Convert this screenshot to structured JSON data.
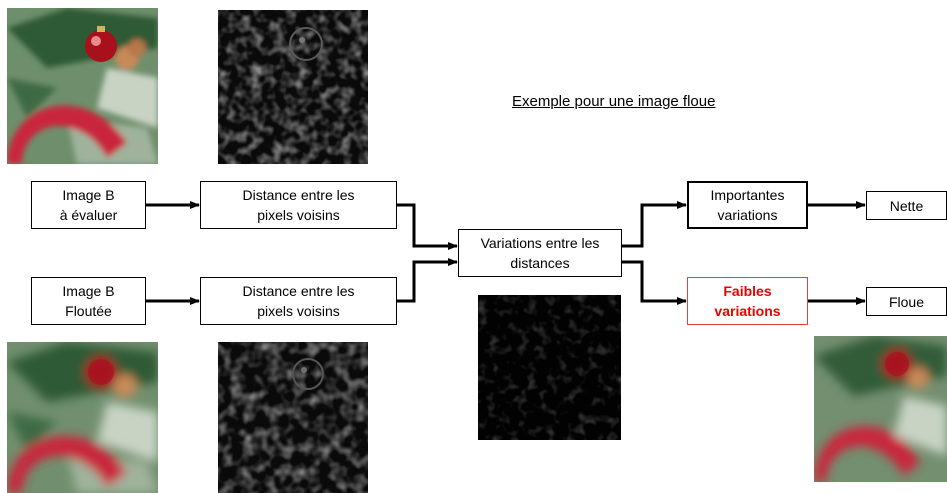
{
  "title": "Exemple pour une image floue",
  "boxes": {
    "input_eval": [
      "Image B",
      "à évaluer"
    ],
    "input_blurred": [
      "Image B",
      "Floutée"
    ],
    "distance_top": [
      "Distance entre les",
      "pixels voisins"
    ],
    "distance_bottom": [
      "Distance entre les",
      "pixels voisins"
    ],
    "variations": [
      "Variations entre les",
      "distances"
    ],
    "important": [
      "Importantes",
      "variations"
    ],
    "weak": [
      "Faibles",
      "variations"
    ],
    "sharp": "Nette",
    "blurry": "Floue"
  },
  "colors": {
    "highlight": "#ee0000",
    "line": "#000000"
  }
}
